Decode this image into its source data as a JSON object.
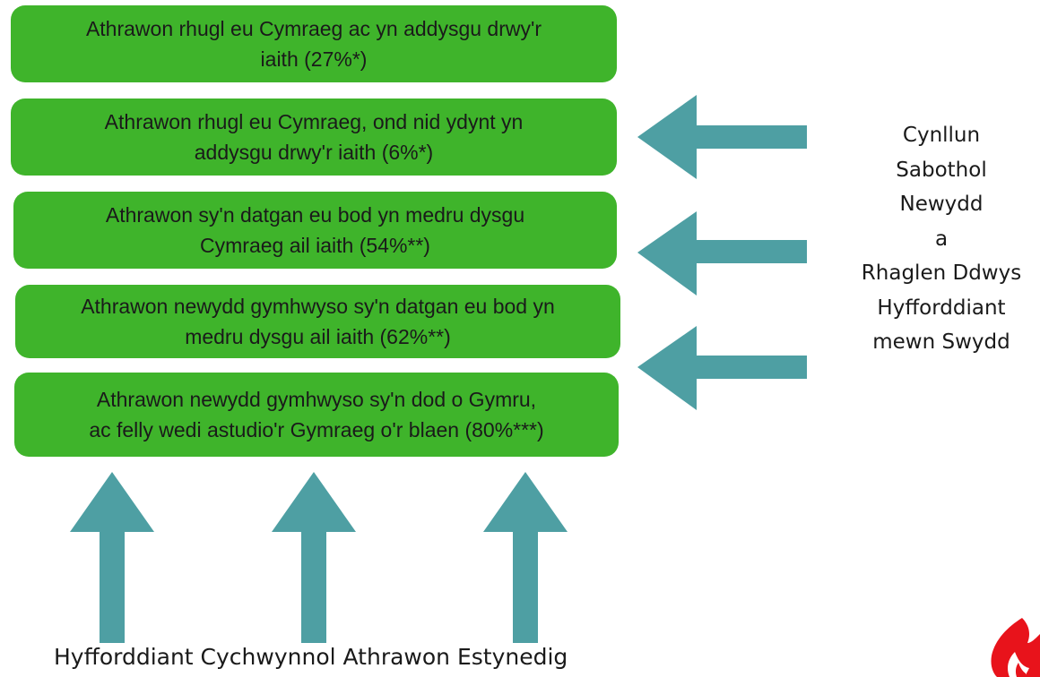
{
  "boxes": [
    {
      "line1": "Athrawon rhugl eu Cymraeg ac yn addysgu drwy'r",
      "line2": "iaith (27%*)"
    },
    {
      "line1": "Athrawon rhugl eu Cymraeg, ond nid ydynt yn",
      "line2": "addysgu drwy'r iaith (6%*)"
    },
    {
      "line1": "Athrawon sy'n datgan eu bod yn medru dysgu",
      "line2": "Cymraeg ail iaith (54%**)"
    },
    {
      "line1": "Athrawon newydd gymhwyso sy'n datgan eu bod yn",
      "line2": "medru dysgu ail iaith  (62%**)"
    },
    {
      "line1": "Athrawon newydd gymhwyso sy'n dod o Gymru,",
      "line2": "ac felly wedi astudio'r Gymraeg o'r blaen (80%***)"
    }
  ],
  "right_label": [
    "Cynllun",
    "Sabothol",
    "Newydd",
    "a",
    "Rhaglen Ddwys",
    "Hyfforddiant",
    "mewn Swydd"
  ],
  "bottom_label": "Hyfforddiant Cychwynnol Athrawon Estynedig",
  "colors": {
    "box": "#3fb42b",
    "arrow": "#4e9fa3",
    "logo": "#e8131b"
  },
  "icons": {
    "logo": "flame-logo"
  }
}
